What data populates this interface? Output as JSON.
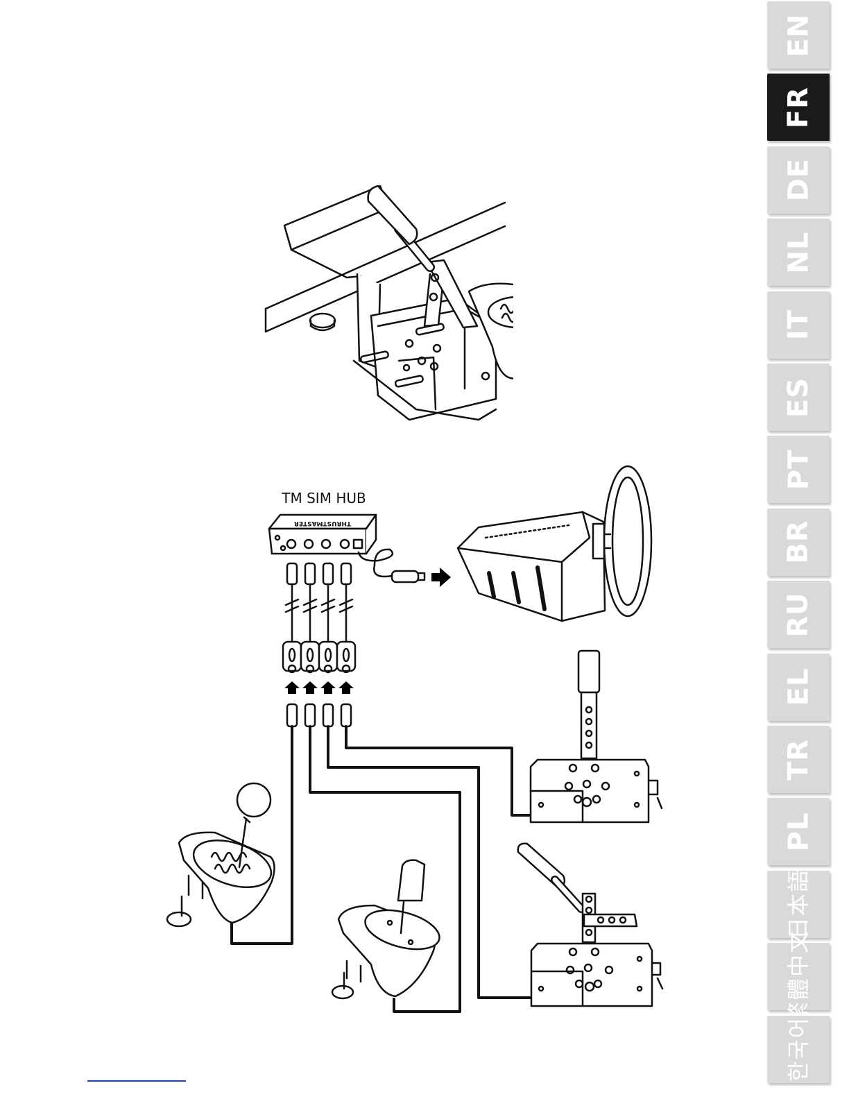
{
  "diagram": {
    "hub_label": "TM SIM HUB",
    "hub_brand_text": "THRUSTMASTER",
    "line_color": "#111111",
    "arrow_color": "#000000"
  },
  "languages": {
    "active_bg": "#1a1a1a",
    "active_fg": "#ffffff",
    "inactive_bg": "#d9d9d9",
    "inactive_fg": "#ffffff",
    "items": [
      {
        "label": "EN",
        "active": false
      },
      {
        "label": "FR",
        "active": true
      },
      {
        "label": "DE",
        "active": false
      },
      {
        "label": "NL",
        "active": false
      },
      {
        "label": "IT",
        "active": false
      },
      {
        "label": "ES",
        "active": false
      },
      {
        "label": "PT",
        "active": false
      },
      {
        "label": "BR",
        "active": false
      },
      {
        "label": "RU",
        "active": false
      },
      {
        "label": "EL",
        "active": false
      },
      {
        "label": "TR",
        "active": false
      },
      {
        "label": "PL",
        "active": false
      },
      {
        "label": "日本語",
        "active": false
      },
      {
        "label": "繁體中文",
        "active": false
      },
      {
        "label": "한국어",
        "active": false
      }
    ]
  },
  "footer": {
    "link_color": "#1a3fd6"
  }
}
